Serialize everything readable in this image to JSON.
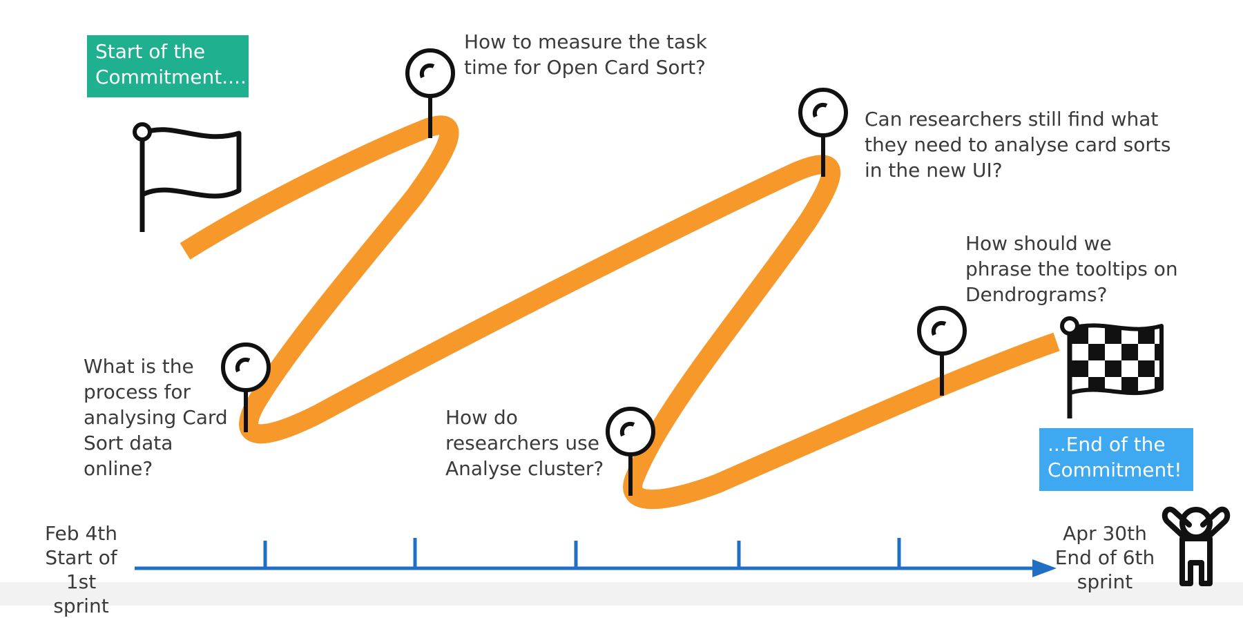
{
  "start_label": "Start of the\nCommitment....",
  "end_label": "...End of the\nCommitment!",
  "questions": [
    "How to measure the task\ntime for Open Card Sort?",
    "Can researchers still find what\nthey need to analyse card sorts\nin the new UI?",
    "How should we\nphrase the tooltips on\nDendrograms?",
    "What is the\nprocess for\nanalysing Card\nSort data\nonline?",
    "How do\nresearchers use\nAnalyse cluster?"
  ],
  "timeline": {
    "start_label": "Feb 4th\nStart of\n1st sprint",
    "end_label": "Apr 30th\nEnd of 6th\nsprint"
  },
  "colors": {
    "path": "#f7992a",
    "start_box": "#1fb08f",
    "end_box": "#3ea8f0",
    "timeline": "#1f6fc4"
  },
  "icons": [
    "start-flag-icon",
    "checkered-flag-icon",
    "map-pin-icon",
    "celebrating-person-icon"
  ]
}
